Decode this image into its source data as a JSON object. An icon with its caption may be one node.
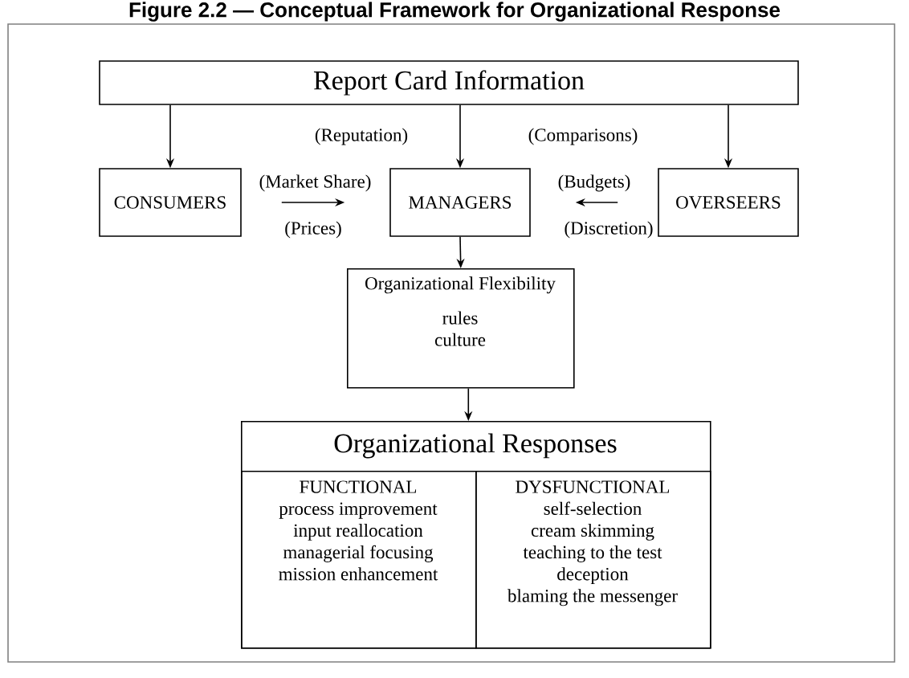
{
  "diagram": {
    "title": "Figure 2.2 — Conceptual Framework for Organizational Response",
    "nodes": [
      {
        "text": [
          "Report Card Information"
        ]
      },
      {
        "text": [
          "CONSUMERS"
        ]
      },
      {
        "text": [
          "MANAGERS"
        ]
      },
      {
        "text": [
          "OVERSEERS"
        ]
      },
      {
        "text": [
          "Organizational Flexibility",
          "rules",
          "culture"
        ]
      },
      {
        "text": [
          "Organizational Responses"
        ]
      },
      {
        "text": [
          "FUNCTIONAL",
          "process improvement",
          "input reallocation",
          "managerial focusing",
          "mission enhancement"
        ],
        "in": 5
      },
      {
        "text": [
          "DYSFUNCTIONAL",
          "self-selection",
          "cream skimming",
          "teaching to the test",
          "deception",
          "blaming the messenger"
        ],
        "in": 5
      }
    ],
    "edges": [
      {
        "from": 0,
        "to": 1,
        "arrow": "to"
      },
      {
        "from": 0,
        "to": 2,
        "arrow": "to"
      },
      {
        "from": 0,
        "to": 3,
        "arrow": "to"
      },
      {
        "from": 1,
        "to": 2,
        "arrow": "to",
        "label": "(Market Share)"
      },
      {
        "from": 3,
        "to": 2,
        "arrow": "to",
        "label": "(Budgets)"
      },
      {
        "from": 2,
        "to": 4,
        "arrow": "to"
      },
      {
        "from": 4,
        "to": 5,
        "arrow": "to"
      }
    ],
    "labels": [
      "(Reputation)",
      "(Comparisons)",
      "(Prices)",
      "(Discretion)"
    ]
  }
}
